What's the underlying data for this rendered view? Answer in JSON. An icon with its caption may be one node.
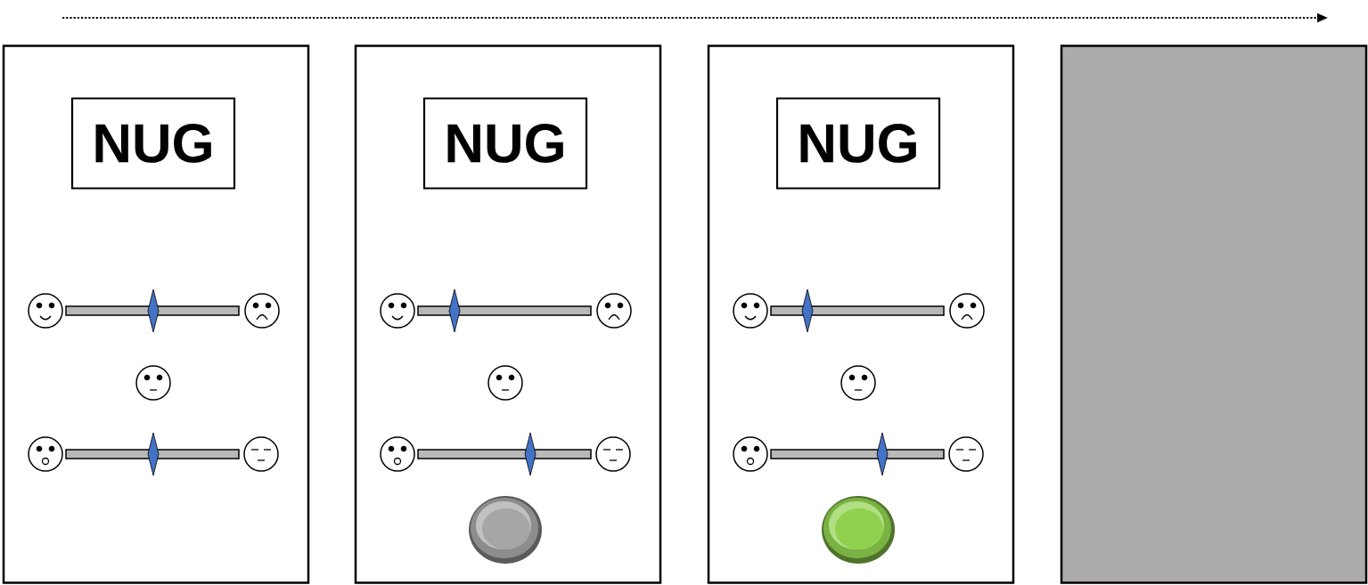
{
  "diagram": {
    "nodes": [
      {
        "text": [],
        "shape": "box"
      },
      {
        "text": [
          "NUG"
        ],
        "in": 0
      },
      {
        "text": [],
        "shape": "box"
      },
      {
        "text": [
          "NUG"
        ],
        "in": 2
      },
      {
        "text": [],
        "shape": "box"
      },
      {
        "text": [
          "NUG"
        ],
        "in": 4
      },
      {
        "text": [],
        "shape": "box"
      }
    ]
  }
}
